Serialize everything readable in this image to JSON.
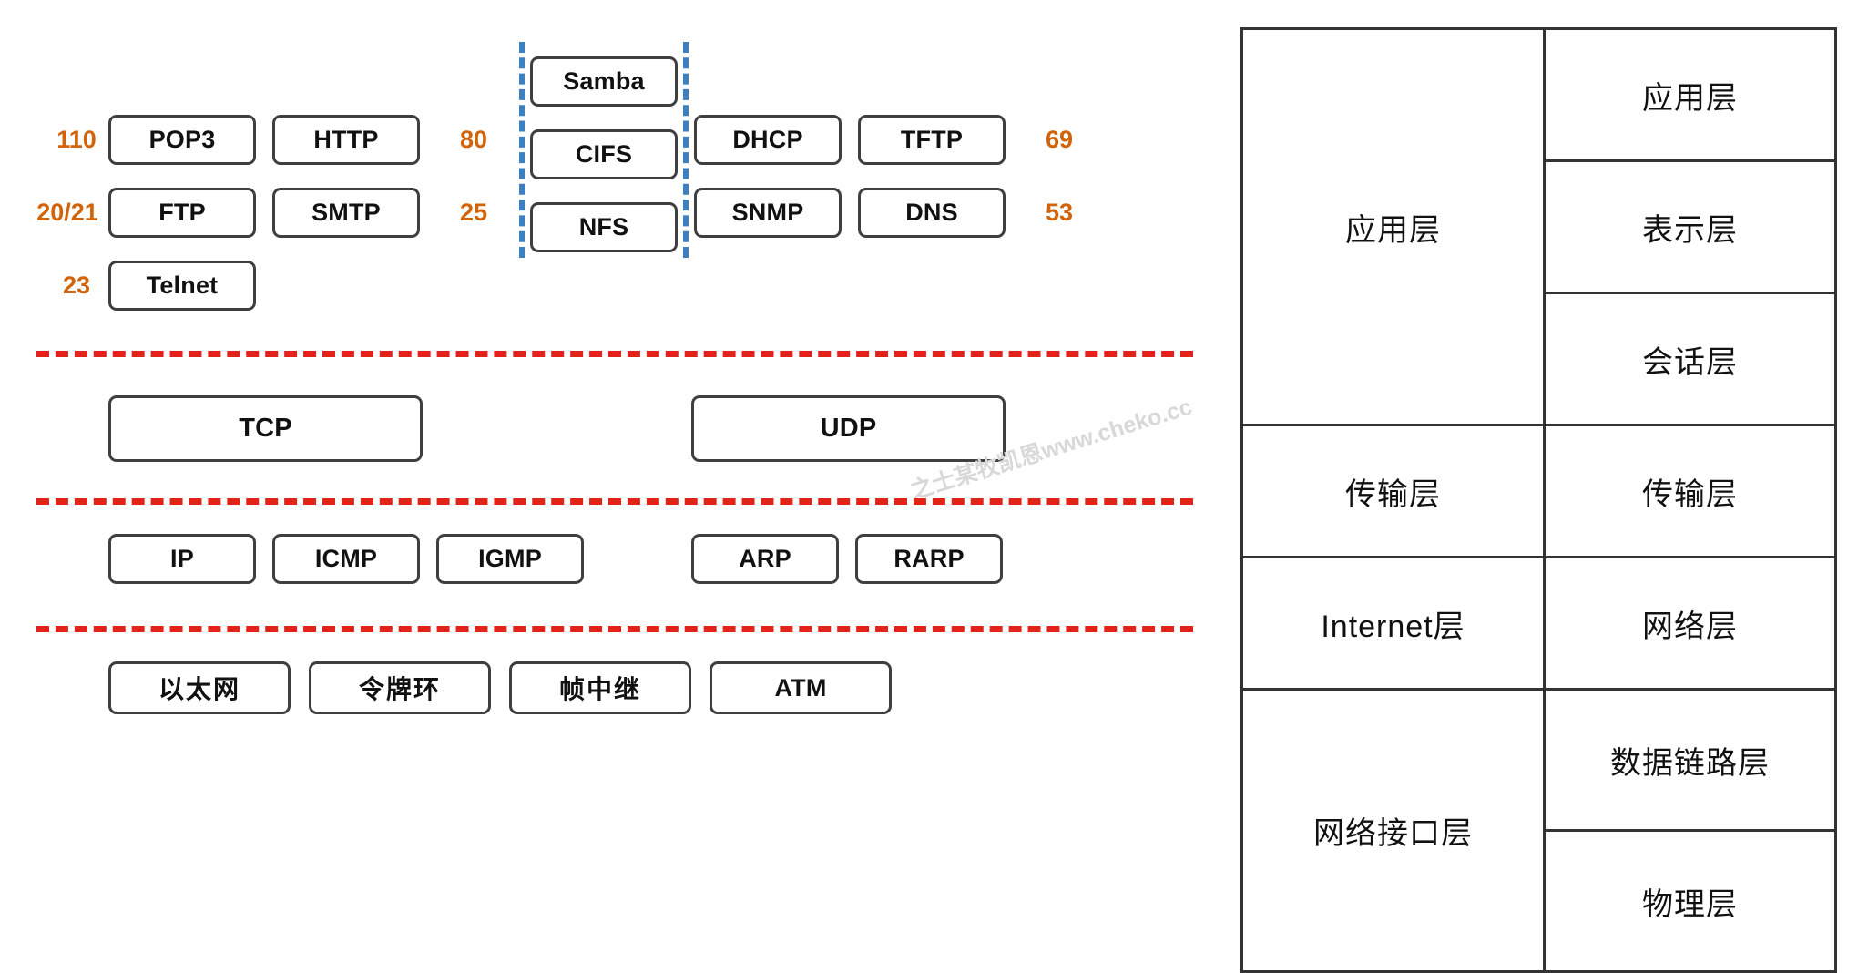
{
  "colors": {
    "port_orange": "#d1640a",
    "layer_separator_red": "#e2231a",
    "group_bracket_blue": "#3d7fbf",
    "box_border": "#3f3f3f",
    "table_border": "#333333",
    "watermark_gray": "#d8d8d8"
  },
  "watermark": {
    "text": "之士某牧凯恩www.cheko.cc"
  },
  "diagram": {
    "application_layer": {
      "left_group": {
        "rows": [
          {
            "port": "110",
            "protocols": [
              "POP3",
              "HTTP"
            ],
            "right_port": "80"
          },
          {
            "port": "20/21",
            "protocols": [
              "FTP",
              "SMTP"
            ],
            "right_port": "25"
          },
          {
            "port": "23",
            "protocols": [
              "Telnet"
            ],
            "right_port": ""
          }
        ]
      },
      "file_sharing_group": {
        "protocols": [
          "Samba",
          "CIFS",
          "NFS"
        ]
      },
      "right_group": {
        "rows": [
          {
            "protocols": [
              "DHCP",
              "TFTP"
            ],
            "right_port": "69"
          },
          {
            "protocols": [
              "SNMP",
              "DNS"
            ],
            "right_port": "53"
          }
        ]
      },
      "ports": {
        "pop3": "110",
        "http": "80",
        "ftp": "20/21",
        "smtp": "25",
        "telnet": "23",
        "tftp": "69",
        "dns": "53"
      }
    },
    "transport_layer": {
      "protocols": [
        "TCP",
        "UDP"
      ]
    },
    "internet_layer": {
      "protocols": [
        "IP",
        "ICMP",
        "IGMP",
        "ARP",
        "RARP"
      ]
    },
    "network_interface_layer": {
      "protocols": [
        "以太网",
        "令牌环",
        "帧中继",
        "ATM"
      ]
    }
  },
  "table": {
    "rows": [
      {
        "tcpip": "应用层",
        "osi": "应用层"
      },
      {
        "tcpip": "",
        "osi": "表示层"
      },
      {
        "tcpip": "",
        "osi": "会话层"
      },
      {
        "tcpip": "传输层",
        "osi": "传输层"
      },
      {
        "tcpip": "Internet层",
        "osi": "网络层"
      },
      {
        "tcpip": "网络接口层",
        "osi": "数据链路层"
      },
      {
        "tcpip": "",
        "osi": "物理层"
      }
    ],
    "cells": {
      "application": "应用层",
      "presentation": "表示层",
      "session": "会话层",
      "transport_tcpip": "传输层",
      "transport_osi": "传输层",
      "internet": "Internet层",
      "network": "网络层",
      "network_interface": "网络接口层",
      "datalink": "数据链路层",
      "physical": "物理层"
    }
  }
}
